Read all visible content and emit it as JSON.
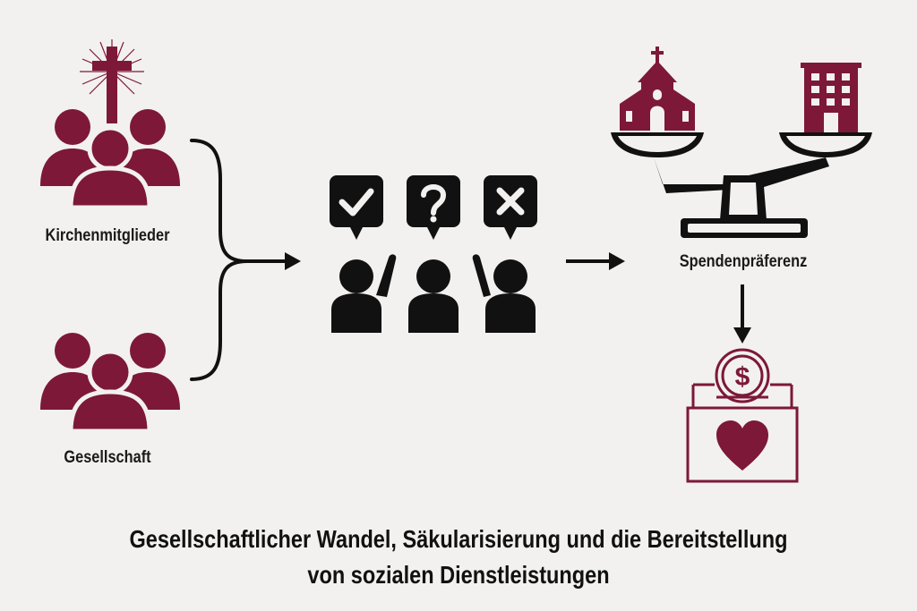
{
  "colors": {
    "accent": "#7d1838",
    "ink": "#111111",
    "background": "#f2f1ef"
  },
  "labels": {
    "church_members": "Kirchenmitglieder",
    "society": "Gesellschaft",
    "donation_preference": "Spendenpräferenz"
  },
  "caption": {
    "line1": "Gesellschaftlicher Wandel, Säkularisierung und die Bereitstellung",
    "line2": "von sozialen Dienstleistungen"
  },
  "icons": {
    "church_members": "people-with-cross-icon",
    "society": "people-group-icon",
    "decision": "voting-people-icon",
    "balance": "balance-scale-icon",
    "donation": "donation-box-icon"
  }
}
